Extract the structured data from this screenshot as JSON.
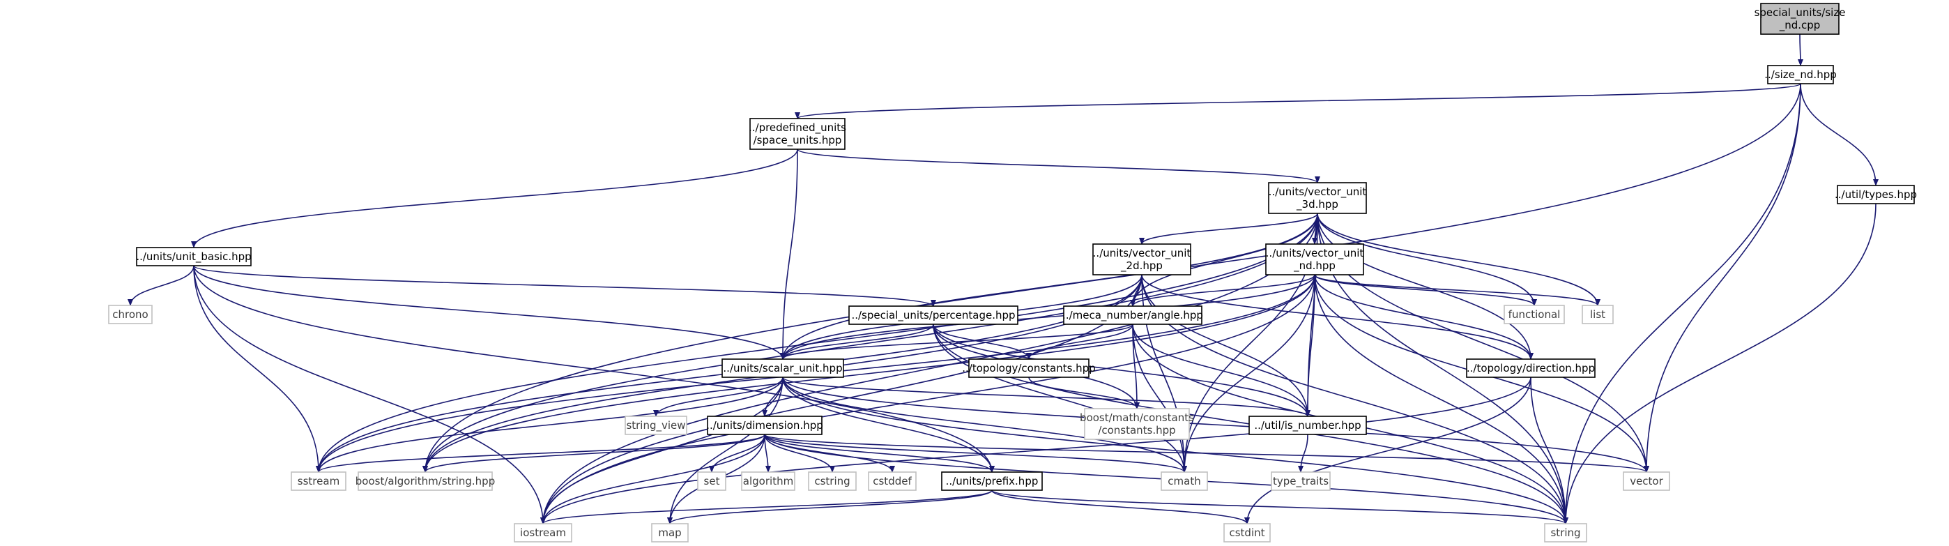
{
  "graph": {
    "nodes": [
      {
        "id": "size_nd_cpp",
        "lines": [
          "special_units/size",
          "_nd.cpp"
        ],
        "kind": "start"
      },
      {
        "id": "size_nd_hpp",
        "lines": [
          "../size_nd.hpp"
        ],
        "kind": "main"
      },
      {
        "id": "space_units",
        "lines": [
          "../predefined_units",
          "/space_units.hpp"
        ],
        "kind": "main"
      },
      {
        "id": "types",
        "lines": [
          "../util/types.hpp"
        ],
        "kind": "main"
      },
      {
        "id": "vu3d",
        "lines": [
          "../units/vector_unit",
          "_3d.hpp"
        ],
        "kind": "main"
      },
      {
        "id": "unit_basic",
        "lines": [
          "../units/unit_basic.hpp"
        ],
        "kind": "main"
      },
      {
        "id": "vu2d",
        "lines": [
          "../units/vector_unit",
          "_2d.hpp"
        ],
        "kind": "main"
      },
      {
        "id": "vund",
        "lines": [
          "../units/vector_unit",
          "_nd.hpp"
        ],
        "kind": "main"
      },
      {
        "id": "percentage",
        "lines": [
          "../special_units/percentage.hpp"
        ],
        "kind": "main"
      },
      {
        "id": "angle",
        "lines": [
          "../meca_number/angle.hpp"
        ],
        "kind": "main"
      },
      {
        "id": "scalar_unit",
        "lines": [
          "../units/scalar_unit.hpp"
        ],
        "kind": "main"
      },
      {
        "id": "topo_const",
        "lines": [
          "../topology/constants.hpp"
        ],
        "kind": "main"
      },
      {
        "id": "direction",
        "lines": [
          "../topology/direction.hpp"
        ],
        "kind": "main"
      },
      {
        "id": "dimension",
        "lines": [
          "../units/dimension.hpp"
        ],
        "kind": "main"
      },
      {
        "id": "is_number",
        "lines": [
          "../util/is_number.hpp"
        ],
        "kind": "main"
      },
      {
        "id": "prefix",
        "lines": [
          "../units/prefix.hpp"
        ],
        "kind": "main"
      },
      {
        "id": "chrono",
        "lines": [
          "chrono"
        ],
        "kind": "ext"
      },
      {
        "id": "functional",
        "lines": [
          "functional"
        ],
        "kind": "ext"
      },
      {
        "id": "list",
        "lines": [
          "list"
        ],
        "kind": "ext"
      },
      {
        "id": "string_view",
        "lines": [
          "string_view"
        ],
        "kind": "ext"
      },
      {
        "id": "boost_math",
        "lines": [
          "boost/math/constants",
          "/constants.hpp"
        ],
        "kind": "ext"
      },
      {
        "id": "sstream",
        "lines": [
          "sstream"
        ],
        "kind": "ext"
      },
      {
        "id": "boost_alg",
        "lines": [
          "boost/algorithm/string.hpp"
        ],
        "kind": "ext"
      },
      {
        "id": "set",
        "lines": [
          "set"
        ],
        "kind": "ext"
      },
      {
        "id": "algorithm",
        "lines": [
          "algorithm"
        ],
        "kind": "ext"
      },
      {
        "id": "cstring",
        "lines": [
          "cstring"
        ],
        "kind": "ext"
      },
      {
        "id": "cstddef",
        "lines": [
          "cstddef"
        ],
        "kind": "ext"
      },
      {
        "id": "cmath",
        "lines": [
          "cmath"
        ],
        "kind": "ext"
      },
      {
        "id": "type_traits",
        "lines": [
          "type_traits"
        ],
        "kind": "ext"
      },
      {
        "id": "vector",
        "lines": [
          "vector"
        ],
        "kind": "ext"
      },
      {
        "id": "iostream",
        "lines": [
          "iostream"
        ],
        "kind": "ext"
      },
      {
        "id": "map",
        "lines": [
          "map"
        ],
        "kind": "ext"
      },
      {
        "id": "cstdint",
        "lines": [
          "cstdint"
        ],
        "kind": "ext"
      },
      {
        "id": "string",
        "lines": [
          "string"
        ],
        "kind": "ext"
      }
    ],
    "edges": [
      [
        "size_nd_cpp",
        "size_nd_hpp"
      ],
      [
        "size_nd_hpp",
        "space_units"
      ],
      [
        "size_nd_hpp",
        "types"
      ],
      [
        "size_nd_hpp",
        "vector"
      ],
      [
        "size_nd_hpp",
        "string"
      ],
      [
        "size_nd_hpp",
        "boost_alg"
      ],
      [
        "space_units",
        "unit_basic"
      ],
      [
        "space_units",
        "vu3d"
      ],
      [
        "space_units",
        "scalar_unit"
      ],
      [
        "types",
        "string"
      ],
      [
        "vu3d",
        "vu2d"
      ],
      [
        "vu3d",
        "vund"
      ],
      [
        "vu3d",
        "angle"
      ],
      [
        "vu3d",
        "scalar_unit"
      ],
      [
        "vu3d",
        "direction"
      ],
      [
        "vu3d",
        "is_number"
      ],
      [
        "vu3d",
        "functional"
      ],
      [
        "vu3d",
        "list"
      ],
      [
        "vu3d",
        "cmath"
      ],
      [
        "vu3d",
        "vector"
      ],
      [
        "vu3d",
        "string"
      ],
      [
        "vu3d",
        "sstream"
      ],
      [
        "vu3d",
        "boost_alg"
      ],
      [
        "vu3d",
        "iostream"
      ],
      [
        "unit_basic",
        "chrono"
      ],
      [
        "unit_basic",
        "percentage"
      ],
      [
        "unit_basic",
        "scalar_unit"
      ],
      [
        "unit_basic",
        "prefix"
      ],
      [
        "unit_basic",
        "sstream"
      ],
      [
        "unit_basic",
        "iostream"
      ],
      [
        "vu2d",
        "angle"
      ],
      [
        "vu2d",
        "scalar_unit"
      ],
      [
        "vu2d",
        "is_number"
      ],
      [
        "vu2d",
        "direction"
      ],
      [
        "vu2d",
        "cmath"
      ],
      [
        "vu2d",
        "sstream"
      ],
      [
        "vu2d",
        "boost_alg"
      ],
      [
        "vu2d",
        "iostream"
      ],
      [
        "vu2d",
        "string"
      ],
      [
        "vund",
        "angle"
      ],
      [
        "vund",
        "scalar_unit"
      ],
      [
        "vund",
        "is_number"
      ],
      [
        "vund",
        "direction"
      ],
      [
        "vund",
        "functional"
      ],
      [
        "vund",
        "list"
      ],
      [
        "vund",
        "cmath"
      ],
      [
        "vund",
        "vector"
      ],
      [
        "vund",
        "string"
      ],
      [
        "vund",
        "sstream"
      ],
      [
        "vund",
        "boost_alg"
      ],
      [
        "vund",
        "iostream"
      ],
      [
        "percentage",
        "scalar_unit"
      ],
      [
        "percentage",
        "topo_const"
      ],
      [
        "percentage",
        "is_number"
      ],
      [
        "percentage",
        "boost_math"
      ],
      [
        "percentage",
        "cmath"
      ],
      [
        "percentage",
        "string"
      ],
      [
        "angle",
        "scalar_unit"
      ],
      [
        "angle",
        "topo_const"
      ],
      [
        "angle",
        "boost_math"
      ],
      [
        "angle",
        "is_number"
      ],
      [
        "angle",
        "cmath"
      ],
      [
        "angle",
        "string"
      ],
      [
        "scalar_unit",
        "dimension"
      ],
      [
        "scalar_unit",
        "prefix"
      ],
      [
        "scalar_unit",
        "is_number"
      ],
      [
        "scalar_unit",
        "string_view"
      ],
      [
        "scalar_unit",
        "sstream"
      ],
      [
        "scalar_unit",
        "cmath"
      ],
      [
        "scalar_unit",
        "iostream"
      ],
      [
        "scalar_unit",
        "map"
      ],
      [
        "scalar_unit",
        "vector"
      ],
      [
        "scalar_unit",
        "string"
      ],
      [
        "topo_const",
        "boost_math"
      ],
      [
        "direction",
        "string"
      ],
      [
        "direction",
        "iostream"
      ],
      [
        "direction",
        "cstdint"
      ],
      [
        "dimension",
        "prefix"
      ],
      [
        "dimension",
        "sstream"
      ],
      [
        "dimension",
        "boost_alg"
      ],
      [
        "dimension",
        "set"
      ],
      [
        "dimension",
        "algorithm"
      ],
      [
        "dimension",
        "cstring"
      ],
      [
        "dimension",
        "cstddef"
      ],
      [
        "dimension",
        "cmath"
      ],
      [
        "dimension",
        "vector"
      ],
      [
        "dimension",
        "string"
      ],
      [
        "dimension",
        "iostream"
      ],
      [
        "dimension",
        "map"
      ],
      [
        "is_number",
        "type_traits"
      ],
      [
        "prefix",
        "iostream"
      ],
      [
        "prefix",
        "map"
      ],
      [
        "prefix",
        "cstdint"
      ],
      [
        "prefix",
        "string"
      ]
    ]
  }
}
